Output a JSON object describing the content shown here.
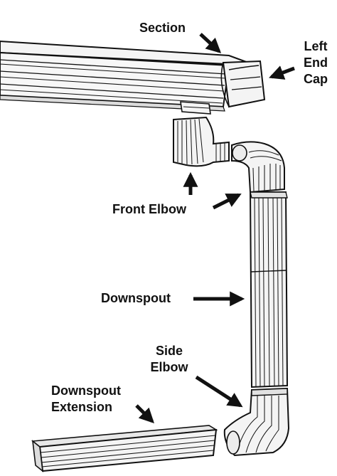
{
  "labels": {
    "section": "Section",
    "left_end_cap": [
      "Left",
      "End",
      "Cap"
    ],
    "front_elbow": "Front Elbow",
    "downspout": "Downspout",
    "side_elbow": [
      "Side",
      "Elbow"
    ],
    "downspout_extension": [
      "Downspout",
      "Extension"
    ]
  },
  "colors": {
    "ink": "#111111",
    "paper": "#ffffff",
    "metal": "#f4f4f4",
    "shade": "#dcdcdc"
  }
}
